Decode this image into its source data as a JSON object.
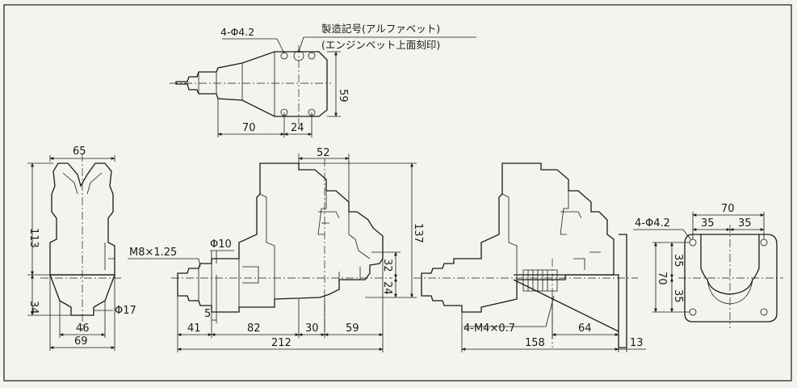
{
  "top_view": {
    "hole_note": "4-Φ4.2",
    "mark_note_line1": "製造記号(アルファベット)",
    "mark_note_line2": "(エンジンベット上面刻印)",
    "dim_height": "59",
    "dim_length": "70",
    "dim_hole_pitch": "24"
  },
  "front_view": {
    "dim_width_top": "65",
    "dim_height_upper": "113",
    "dim_height_lower": "34",
    "dim_mount_width": "46",
    "dim_base_width": "69",
    "dim_diameter": "Φ17"
  },
  "side_view": {
    "dim_thread": "M8×1.25",
    "dim_shaft_diameter": "Φ10",
    "dim_52": "52",
    "dim_137": "137",
    "dim_32": "32",
    "dim_24": "24",
    "dim_5": "5",
    "dim_41": "41",
    "dim_82": "82",
    "dim_30": "30",
    "dim_59": "59",
    "dim_212": "212"
  },
  "mount_view": {
    "screw_note": "4-M4×0.7",
    "dim_64": "64",
    "dim_158": "158",
    "dim_13": "13"
  },
  "base_view": {
    "hole_note": "4-Φ4.2",
    "dim_width": "70",
    "dim_half_left": "35",
    "dim_half_right": "35",
    "dim_height": "70",
    "dim_upper": "35",
    "dim_lower": "35"
  }
}
